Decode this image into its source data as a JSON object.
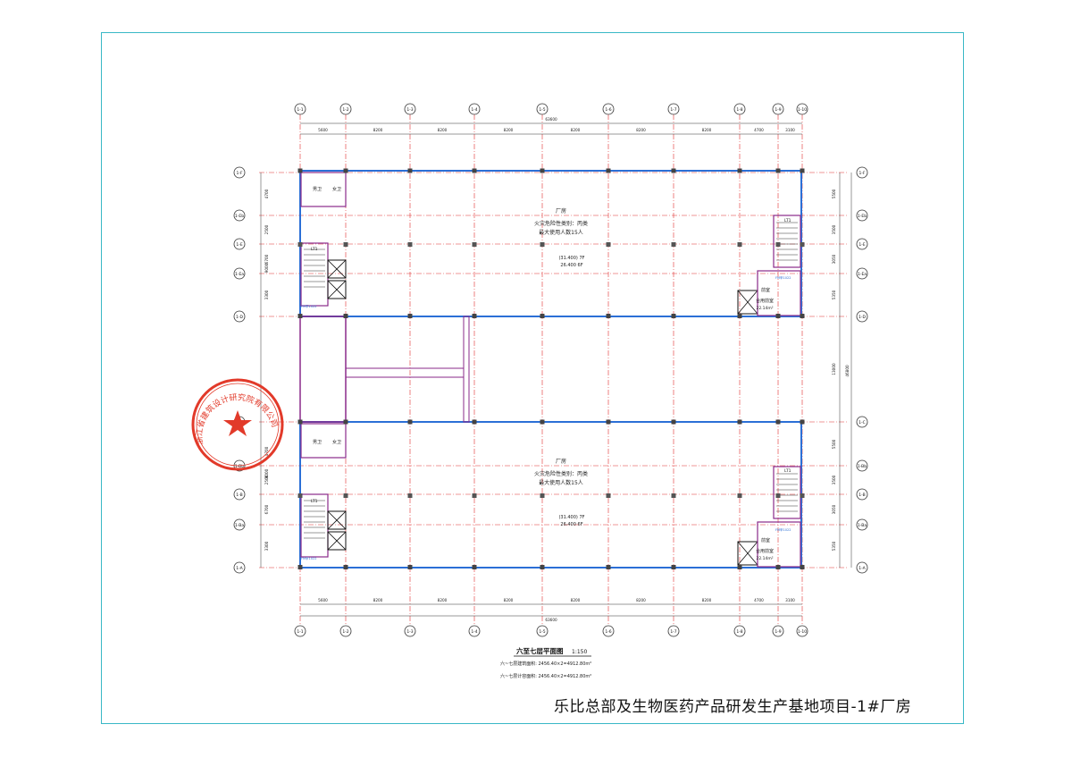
{
  "drawing": {
    "title": "六至七层平面图",
    "scale": "1:150",
    "area_lines": [
      "六~七层建筑面积: 2456.40×2=4912.80m²",
      "六~七层计容面积: 2456.40×2=4912.80m²"
    ],
    "project_title": "乐比总部及生物医药产品研发生产基地项目-1#厂房",
    "total_dim_top": "63600",
    "total_dim_bottom": "63600",
    "total_dim_right": "46800",
    "bay_dims": [
      "5600",
      "8200",
      "8200",
      "8200",
      "8200",
      "8200",
      "8200",
      "4700",
      "3100"
    ],
    "col_labels": [
      "1-1",
      "1-2",
      "1-3",
      "1-4",
      "1-5",
      "1-6",
      "1-7",
      "1-8",
      "1-9",
      "1-10"
    ],
    "row_labels_right": [
      "1-F",
      "1-Eb",
      "1-E",
      "1-Ea",
      "1-D",
      "1-C",
      "1-Bb",
      "1-B",
      "1-Ba",
      "1-A"
    ],
    "left_dims": [
      "4700",
      "2500",
      "6700",
      "3300",
      "9000",
      "9000",
      "4700",
      "2500",
      "6700",
      "3300"
    ],
    "right_dims": [
      "5500",
      "3500",
      "3050",
      "5350",
      "13000",
      "5500",
      "3500",
      "3050",
      "5350"
    ]
  },
  "rooms": {
    "upper_label": "厂房",
    "upper_fire": "火灾危险性类别：丙类",
    "upper_people": "最大使用人数15人",
    "upper_elev": "(31.400) 7F",
    "upper_level": "26.400 6F",
    "lower_label": "厂房",
    "lower_fire": "火灾危险性类别：丙类",
    "lower_people": "最大使用人数15人",
    "lower_elev": "(31.400) 7F",
    "lower_level": "26.400 6F",
    "lobby": "前室",
    "room_a": "合用前室",
    "area_a": "22.14m²",
    "stair": "LT1",
    "wc_m": "男卫",
    "wc_f": "女卫",
    "door_code": "FM甲1022"
  },
  "stamp": {
    "text": "浙江省建筑设计研究院有限公司"
  },
  "colors": {
    "wall": "#2b6fd6",
    "wall2": "#8a2a8a",
    "grid": "#e03030",
    "axis": "#333333",
    "frame": "#39b8c6",
    "stamp": "#e23a2a"
  }
}
